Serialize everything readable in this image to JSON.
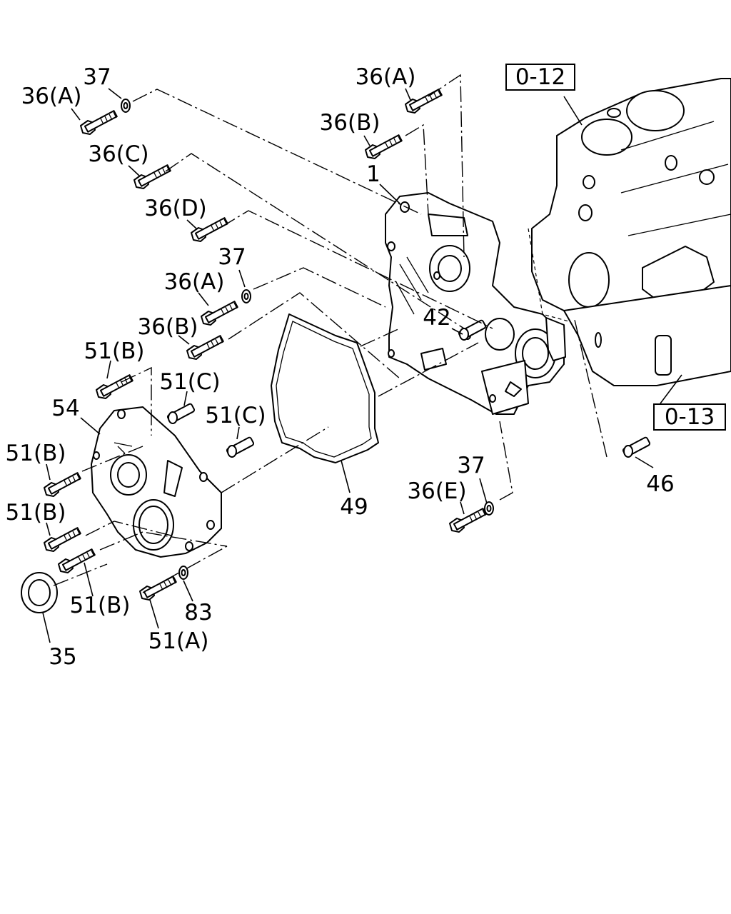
{
  "references": [
    "0-12",
    "0-13"
  ],
  "callouts": {
    "c36a_top_left": "36(A)",
    "c37_top_left": "37",
    "c36c": "36(C)",
    "c36d": "36(D)",
    "c37_mid": "37",
    "c36a_mid": "36(A)",
    "c36b_mid": "36(B)",
    "c36a_top": "36(A)",
    "c36b_top": "36(B)",
    "c1": "1",
    "c42": "42",
    "c51b_1": "51(B)",
    "c51c_1": "51(C)",
    "c51c_2": "51(C)",
    "c54": "54",
    "c51b_2": "51(B)",
    "c51b_3": "51(B)",
    "c51b_4": "51(B)",
    "c35": "35",
    "c83": "83",
    "c51a": "51(A)",
    "c49": "49",
    "c37_bottom": "37",
    "c36e": "36(E)",
    "c46": "46"
  },
  "icons": {
    "engine_block": "engine-block-icon",
    "timing_case": "timing-case-icon",
    "gasket": "gasket-icon",
    "front_cover": "front-cover-icon",
    "oil_seal": "oil-seal-icon",
    "bolt": "bolt-icon",
    "washer": "washer-icon",
    "stud": "stud-icon"
  }
}
